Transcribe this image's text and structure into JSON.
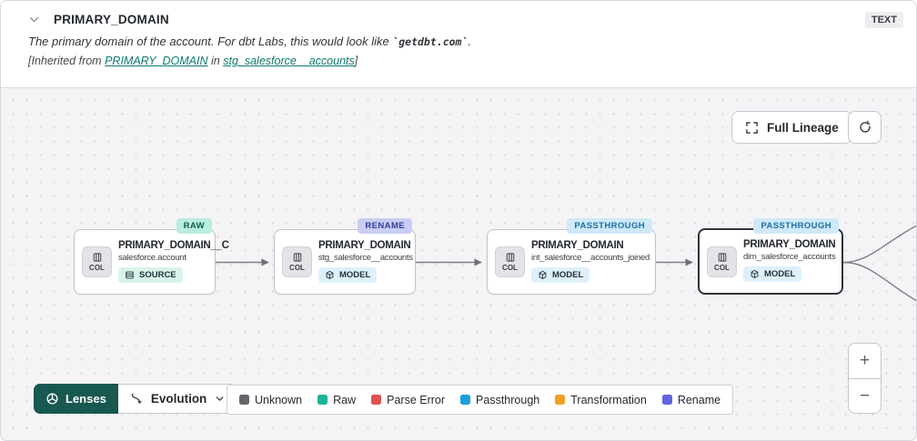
{
  "header": {
    "title": "PRIMARY_DOMAIN",
    "type_badge": "TEXT",
    "description": {
      "prefix": "The primary domain of the account. For dbt Labs, this would look like ",
      "code": "`getdbt.com`",
      "suffix": "."
    },
    "inherited": {
      "prefix": "[Inherited from ",
      "column_link": "PRIMARY_DOMAIN",
      "middle": " in ",
      "model_link": "stg_salesforce__accounts",
      "suffix": "]"
    }
  },
  "canvas": {
    "full_lineage_button": "Full Lineage",
    "nodes": [
      {
        "badge": "RAW",
        "chip": "COL",
        "title": "PRIMARY_DOMAIN__C",
        "subtitle": "salesforce.account",
        "resource_type": "SOURCE",
        "selected": false
      },
      {
        "badge": "RENAME",
        "chip": "COL",
        "title": "PRIMARY_DOMAIN",
        "subtitle": "stg_salesforce__accounts",
        "resource_type": "MODEL",
        "selected": false
      },
      {
        "badge": "PASSTHROUGH",
        "chip": "COL",
        "title": "PRIMARY_DOMAIN",
        "subtitle": "int_salesforce__accounts_joined",
        "resource_type": "MODEL",
        "selected": false
      },
      {
        "badge": "PASSTHROUGH",
        "chip": "COL",
        "title": "PRIMARY_DOMAIN",
        "subtitle": "dim_salesforce_accounts",
        "resource_type": "MODEL",
        "selected": true
      }
    ],
    "zoom_in": "+",
    "zoom_out": "−"
  },
  "footer": {
    "lenses_label": "Lenses",
    "active_lens": "Evolution",
    "legend": [
      {
        "label": "Unknown",
        "color": "#63666a"
      },
      {
        "label": "Raw",
        "color": "#21b39a"
      },
      {
        "label": "Parse Error",
        "color": "#e25050"
      },
      {
        "label": "Passthrough",
        "color": "#1b9fd8"
      },
      {
        "label": "Transformation",
        "color": "#f0a125"
      },
      {
        "label": "Rename",
        "color": "#6164dd"
      }
    ]
  },
  "colors": {
    "link_teal": "#0d7a6c",
    "lenses_button_bg": "#175850",
    "badge_raw_bg": "#b9eddd",
    "badge_rename_bg": "#c9cdf3",
    "badge_passthrough_bg": "#cfe9fa",
    "canvas_bg": "#f4f4f6"
  },
  "icons": {
    "collapse": "chevron-down",
    "full_lineage": "expand-brackets",
    "refresh": "circular-arrow",
    "lenses": "aperture",
    "evolution": "route-arrow",
    "column_chip": "table-column",
    "source": "database",
    "model": "cube"
  }
}
